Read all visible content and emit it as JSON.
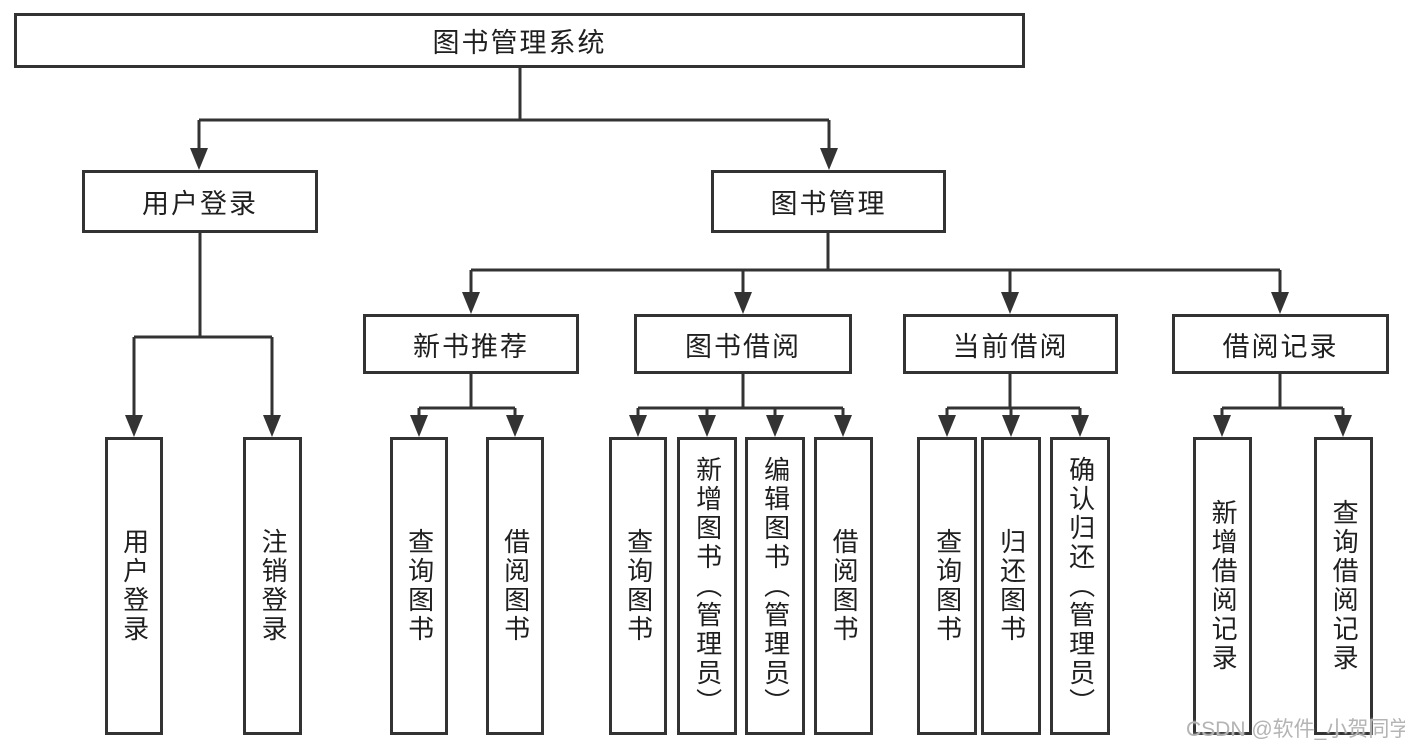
{
  "tree": {
    "root": "图书管理系统",
    "login": {
      "label": "用户登录",
      "children": [
        "用户登录",
        "注销登录"
      ]
    },
    "mgmt": {
      "label": "图书管理",
      "sections": [
        {
          "label": "新书推荐",
          "children": [
            "查询图书",
            "借阅图书"
          ]
        },
        {
          "label": "图书借阅",
          "children": [
            "查询图书",
            "新增图书（管理员）",
            "编辑图书（管理员）",
            "借阅图书"
          ]
        },
        {
          "label": "当前借阅",
          "children": [
            "查询图书",
            "归还图书",
            "确认归还（管理员）"
          ]
        },
        {
          "label": "借阅记录",
          "children": [
            "新增借阅记录",
            "查询借阅记录"
          ]
        }
      ]
    }
  },
  "watermark": "CSDN @软件_小贺同学",
  "colors": {
    "line": "#333333",
    "text": "#1f1f1f",
    "box_background": "#ffffff",
    "watermark": "#b4b4b4",
    "page_background": "#ffffff"
  }
}
